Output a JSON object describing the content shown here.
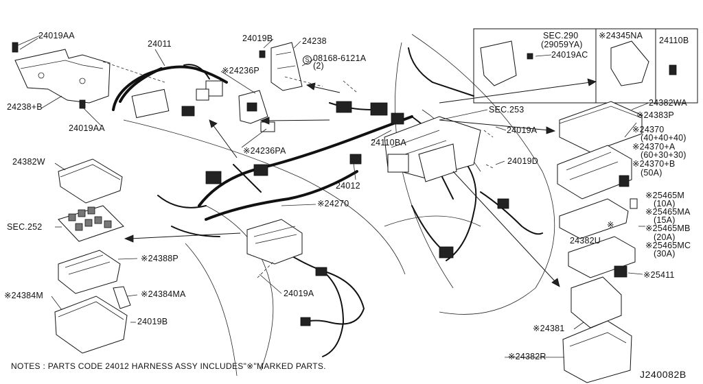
{
  "diagram": {
    "code": "J240082B",
    "notes": "NOTES : PARTS CODE 24012 HARNESS ASSY INCLUDES\"※\"MARKED PARTS.",
    "labels": {
      "p24019AA_top": "24019AA",
      "p24238B": "24238+B",
      "p24019AA_bot": "24019AA",
      "p24011": "24011",
      "p24019B_top": "24019B",
      "p24238": "24238",
      "p08168": "08168-6121A",
      "p08168_qty": "(2)",
      "p24236P": "※24236P",
      "p24236PA": "※24236PA",
      "p24382W": "24382W",
      "sec252": "SEC.252",
      "p24388P": "※24388P",
      "p24384M": "※24384M",
      "p24384MA": "※24384MA",
      "p24019B_bot": "24019B",
      "p24270": "※24270",
      "p24012": "24012",
      "p24110BA": "24110BA",
      "sec253": "SEC.253",
      "p24019A_right": "24019A",
      "p24019D": "24019D",
      "p24019A_bot": "24019A",
      "sec290": "SEC.290",
      "p29059YA": "(29059YA)",
      "p24019AC": "24019AC",
      "p24345NA": "※24345NA",
      "p24110B": "24110B",
      "p24382WA": "24382WA",
      "p24383P": "※24383P",
      "p24370": "※24370",
      "p24370_val": "(40+40+40)",
      "p24370A": "※24370+A",
      "p24370A_val": "(60+30+30)",
      "p24370B": "※24370+B",
      "p24370B_val": "(50A)",
      "p25465M": "※25465M",
      "p25465M_val": "(10A)",
      "p25465MA": "※25465MA",
      "p25465MA_val": "(15A)",
      "p25465MB": "※25465MB",
      "p25465MB_val": "(20A)",
      "p25465MC": "※25465MC",
      "p25465MC_val": "(30A)",
      "p24382U": "24382U",
      "p25411": "※25411",
      "p24381": "※24381",
      "p24382R": "※24382R",
      "asterisk": "※"
    }
  }
}
